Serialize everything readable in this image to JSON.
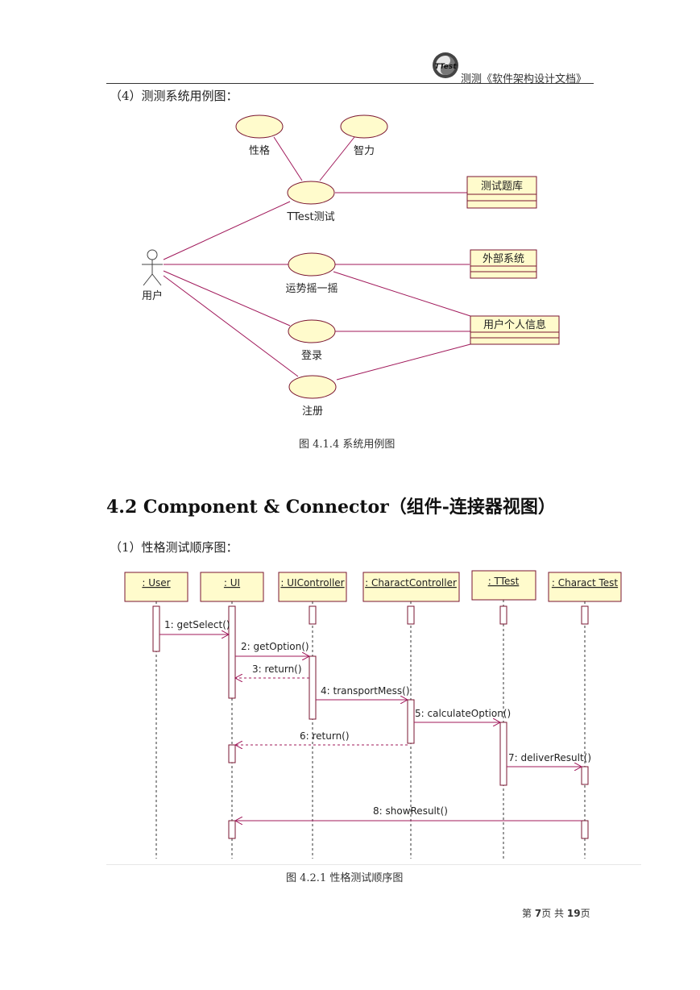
{
  "header": {
    "logo_text": "TTest",
    "title": "测测《软件架构设计文档》"
  },
  "usecase_section": {
    "intro": "（4）测测系统用例图：",
    "actor": "用户",
    "use_cases": [
      "性格",
      "智力",
      "TTest测试",
      "运势摇一摇",
      "登录",
      "注册"
    ],
    "classes": [
      "测试题库",
      "外部系统",
      "用户个人信息"
    ],
    "caption": "图 4.1.4 系统用例图"
  },
  "section_heading": "4.2 Component & Connector（组件-连接器视图）",
  "sequence_section": {
    "intro": "（1）性格测试顺序图：",
    "lifelines": [
      ": User",
      ": UI",
      ": UIController",
      ": CharactController",
      ": TTest",
      ": Charact Test"
    ],
    "messages": [
      "1: getSelect()",
      "2: getOption()",
      "3: return()",
      "4: transportMess()",
      "5: calculateOption()",
      "6: return()",
      "7: deliverResult()",
      "8: showResult()"
    ],
    "caption": "图 4.2.1 性格测试顺序图"
  },
  "footer": {
    "page_prefix": "第",
    "page_number": "7",
    "page_mid": "页  共",
    "total_pages": "19",
    "page_suffix": "页"
  },
  "colors": {
    "diagram_fill": "#fffbcc",
    "diagram_stroke": "#7a1530",
    "line_color": "#a0185a"
  }
}
